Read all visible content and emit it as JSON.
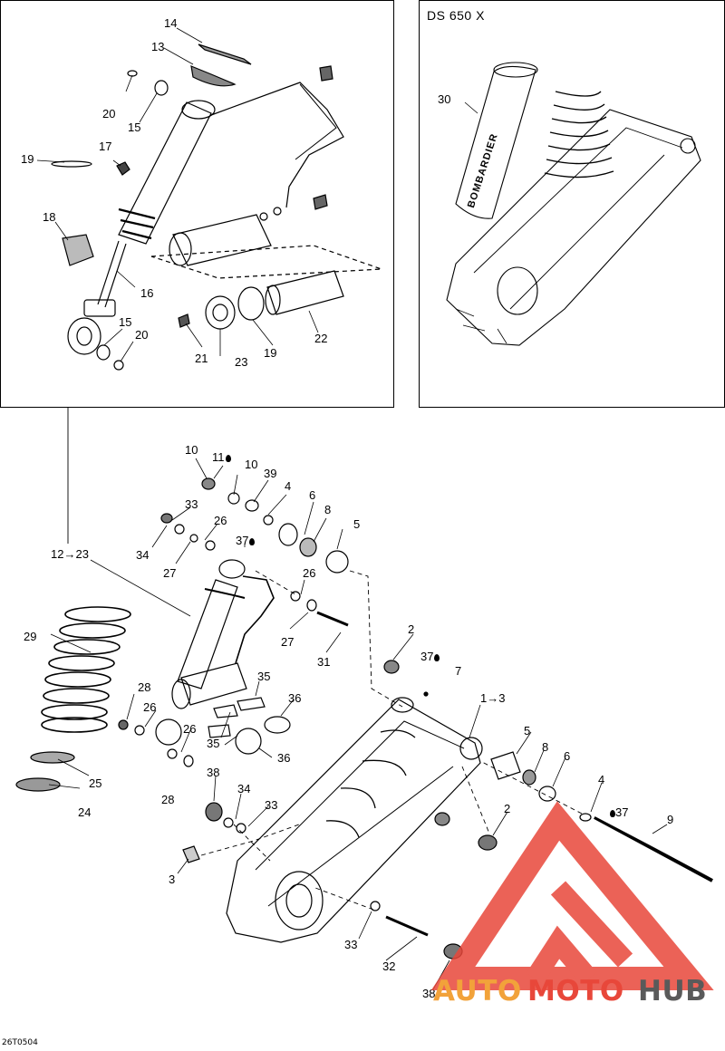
{
  "detail_panel": {
    "labels": {
      "l14": "14",
      "l13": "13",
      "l20a": "20",
      "l15a": "15",
      "l17": "17",
      "l19a": "19",
      "l18": "18",
      "l16": "16",
      "l15b": "15",
      "l20b": "20",
      "l21": "21",
      "l23": "23",
      "l19b": "19",
      "l22": "22"
    }
  },
  "model_panel": {
    "title": "DS 650 X",
    "labels": {
      "l30": "30"
    },
    "decal_text": "BOMBARDIER"
  },
  "main_assembly": {
    "labels": {
      "l10a": "10",
      "l11": "11",
      "l10b": "10",
      "l39": "39",
      "l4a": "4",
      "l6a": "6",
      "l8a": "8",
      "l5a": "5",
      "l33a": "33",
      "l26a": "26",
      "l37a": "37",
      "l34a": "34",
      "l27a": "27",
      "l12_23": "12→23",
      "l26b": "26",
      "l27b": "27",
      "l31": "31",
      "l29": "29",
      "l2a": "2",
      "l37b": "37",
      "l7": "7",
      "l35a": "35",
      "l36a": "36",
      "l28a": "28",
      "l26c": "26",
      "l1_3": "1→3",
      "l26d": "26",
      "l35b": "35",
      "l36b": "36",
      "l5b": "5",
      "l8b": "8",
      "l6b": "6",
      "l25": "25",
      "l38a": "38",
      "l28b": "28",
      "l34b": "34",
      "l33b": "33",
      "l2b": "2",
      "l4b": "4",
      "l37c": "37",
      "l9": "9",
      "l24": "24",
      "l3": "3",
      "l33c": "33",
      "l32": "32",
      "l38b": "38"
    }
  },
  "footer_code": "26T0504",
  "watermark": {
    "text_a": "AUTO",
    "text_b": "MOTO",
    "text_c": "HUB",
    "colors": {
      "red": "#e8473a",
      "orange": "#f2a23a",
      "gray": "#5a5a5a"
    }
  },
  "icons": [
    "oil-drop-icon"
  ]
}
